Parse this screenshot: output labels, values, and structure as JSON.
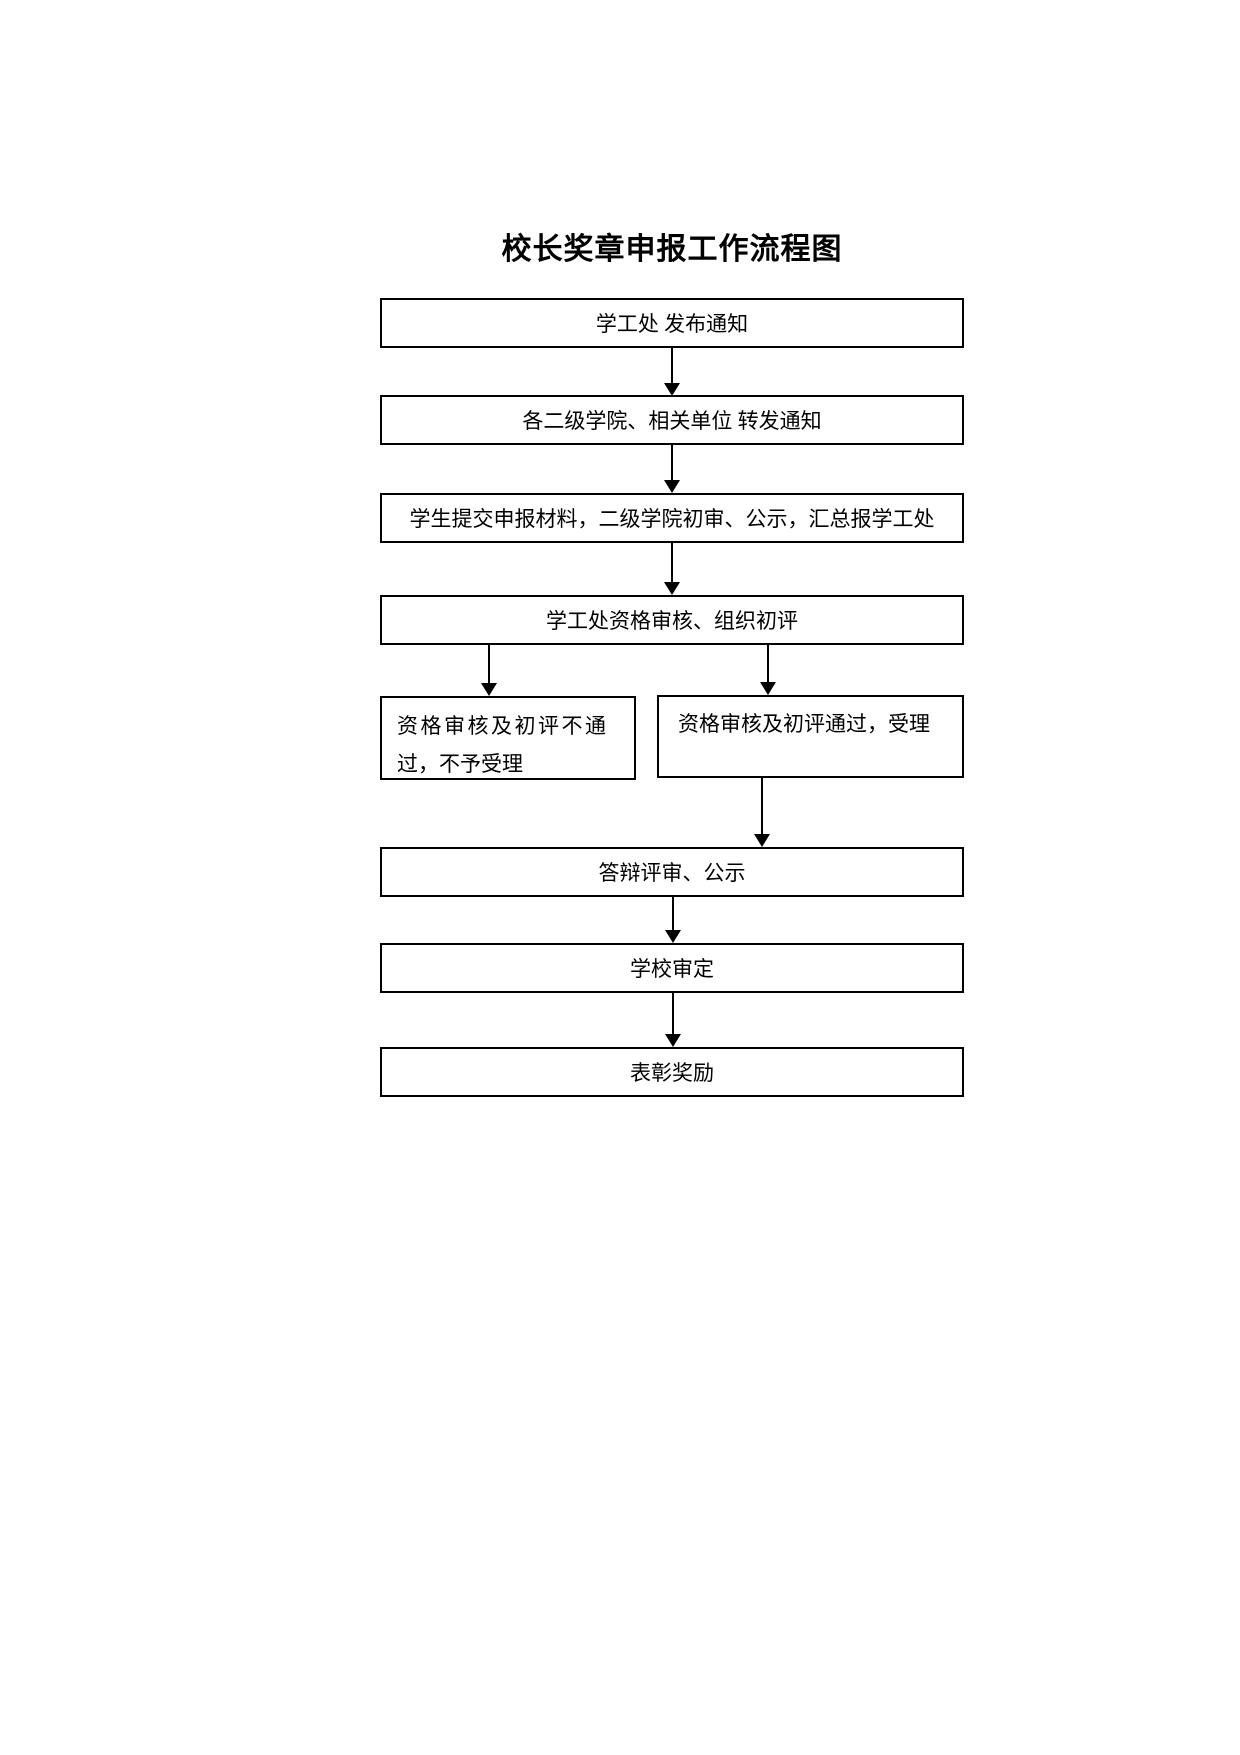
{
  "title": "校长奖章申报工作流程图",
  "colors": {
    "background": "#ffffff",
    "border": "#000000",
    "text": "#000000"
  },
  "steps": [
    {
      "label": "学工处 发布通知"
    },
    {
      "label": "各二级学院、相关单位 转发通知"
    },
    {
      "label": "学生提交申报材料，二级学院初审、公示，汇总报学工处"
    },
    {
      "label": "学工处资格审核、组织初评"
    }
  ],
  "branch": {
    "reject": {
      "line1": "资格审核及初评不通",
      "line2": "过，不予受理"
    },
    "accept": {
      "label": "资格审核及初评通过，受理"
    }
  },
  "final_steps": [
    {
      "label": "答辩评审、公示"
    },
    {
      "label": "学校审定"
    },
    {
      "label": "表彰奖励"
    }
  ]
}
